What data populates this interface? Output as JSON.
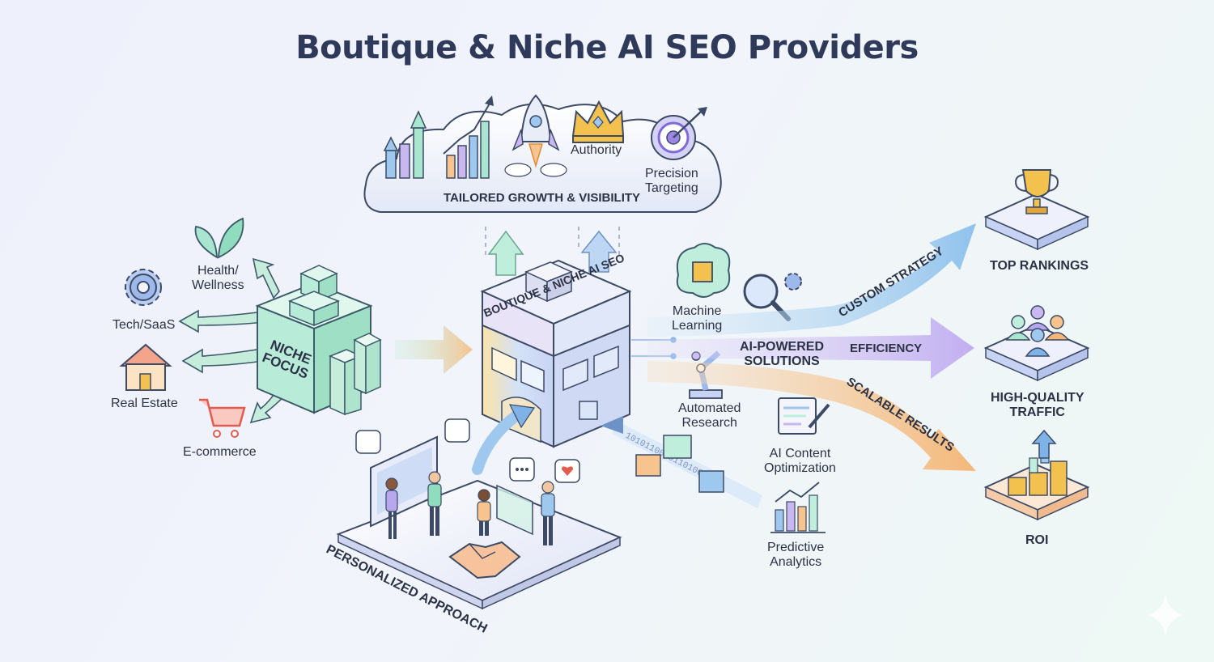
{
  "title": "Boutique & Niche AI SEO Providers",
  "cloud": {
    "caption": "TAILORED GROWTH & VISIBILITY",
    "authority": "Authority",
    "precision": "Precision\nTargeting"
  },
  "niche": {
    "cube_label": "NICHE\nFOCUS",
    "health": "Health/\nWellness",
    "tech": "Tech/SaaS",
    "real_estate": "Real Estate",
    "ecommerce": "E-commerce"
  },
  "building": {
    "sign": "BOUTIQUE & NICHE AI SEO"
  },
  "personalized": "PERSONALIZED APPROACH",
  "ai": {
    "machine_learning": "Machine\nLearning",
    "ai_powered": "AI-POWERED\nSOLUTIONS",
    "automated_research": "Automated\nResearch",
    "content_optimization": "AI Content\nOptimization",
    "predictive_analytics": "Predictive\nAnalytics"
  },
  "arrows": {
    "custom_strategy": "CUSTOM STRATEGY",
    "efficiency": "EFFICIENCY",
    "scalable_results": "SCALABLE RESULTS"
  },
  "outcomes": {
    "top_rankings": "TOP RANKINGS",
    "traffic": "HIGH-QUALITY\nTRAFFIC",
    "roi": "ROI"
  },
  "binary_stream": "1010110010110100101",
  "colors": {
    "title": "#2f3a5a",
    "mint": "#b9ecd8",
    "teal_stroke": "#3c5a6a",
    "blue_arrow": "#9ec8ee",
    "purple_arrow": "#c9b8f0",
    "orange_arrow": "#f6c48c",
    "gold": "#f2c14e",
    "lavender": "#d6d2f5"
  }
}
